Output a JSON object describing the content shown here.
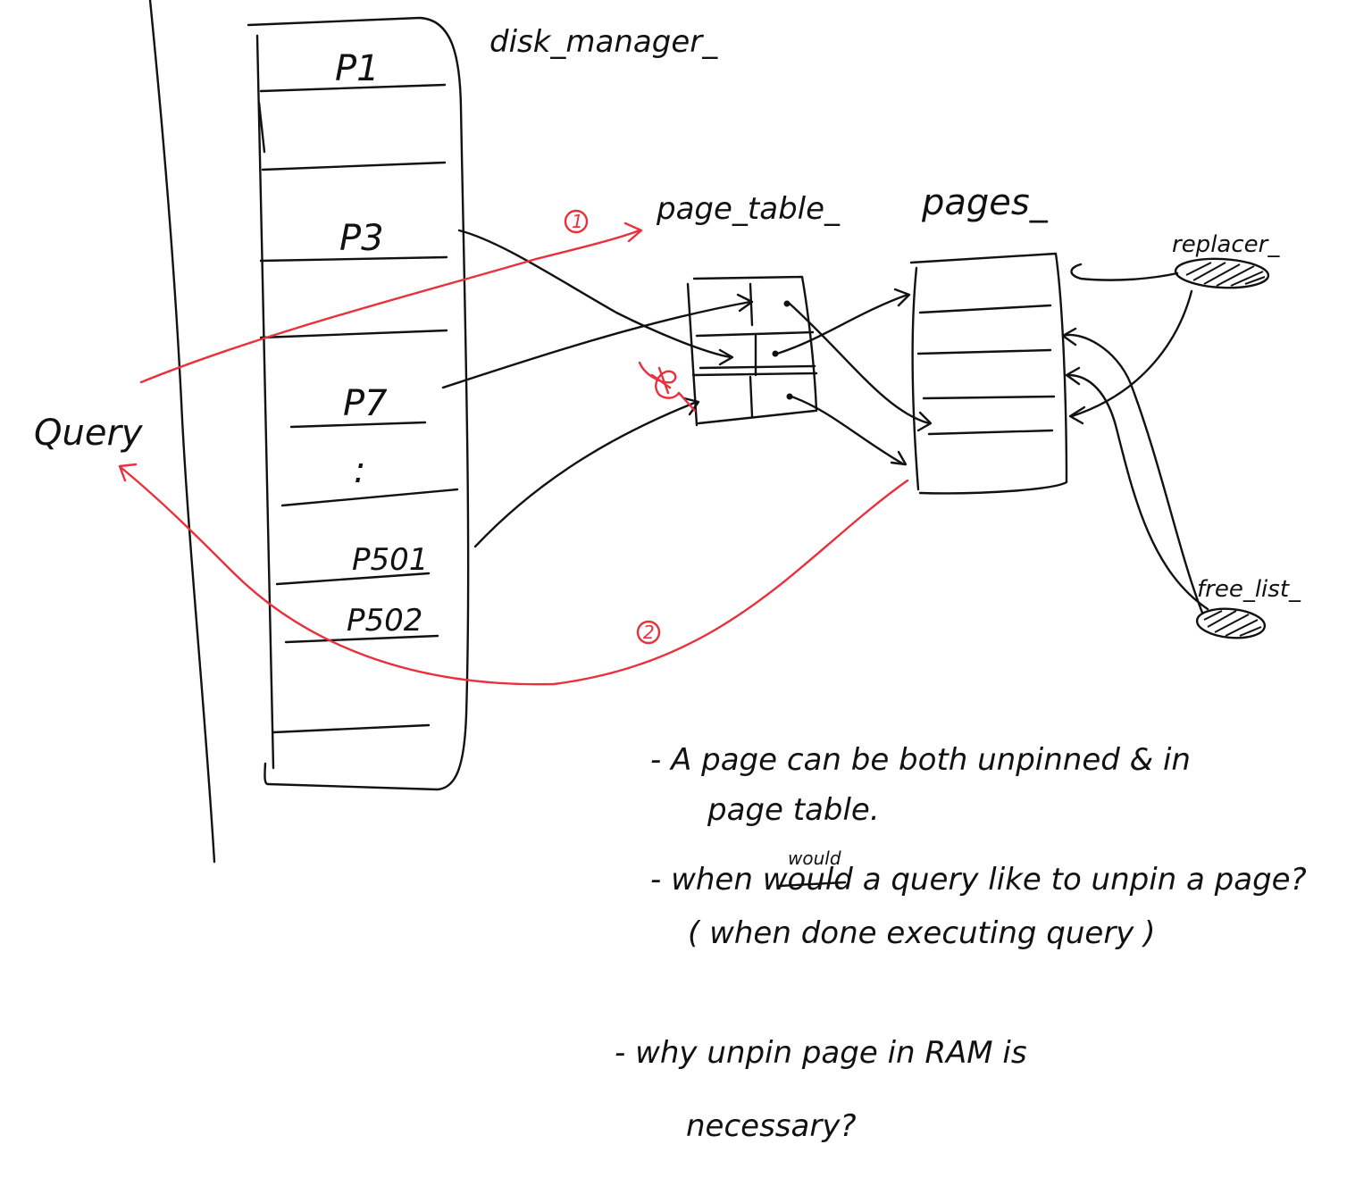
{
  "labels": {
    "disk_manager": "disk_manager_",
    "page_table": "page_table_",
    "pages": "pages_",
    "replacer": "replacer_",
    "free_list": "free_list_",
    "query": "Query"
  },
  "disk_pages": [
    "P1",
    "P3",
    "P7",
    ":",
    "P501",
    "P502"
  ],
  "steps": [
    "1",
    "2"
  ],
  "notes": [
    {
      "lines": [
        "- A  page  can  be  both  unpinned  &  in",
        "page  table."
      ]
    },
    {
      "lines": [
        "- when  would  a  query  like  to  unpin  a  page?",
        "( when  done  executing  query )"
      ],
      "insert": "would"
    },
    {
      "lines": [
        "- why  unpin  page  in  RAM  is",
        "necessary?"
      ]
    }
  ]
}
